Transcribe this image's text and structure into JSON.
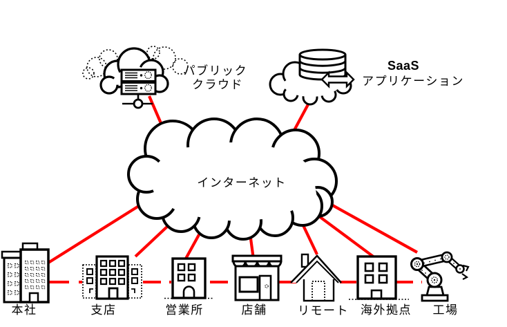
{
  "diagram": {
    "internet": {
      "label": "インターネット"
    },
    "public_cloud": {
      "label1": "パブリック",
      "label2": "クラウド"
    },
    "saas": {
      "label1": "SaaS",
      "label2": "アプリケーション"
    },
    "sites": [
      {
        "id": "headquarters",
        "label": "本社"
      },
      {
        "id": "branch",
        "label": "支店"
      },
      {
        "id": "sales-office",
        "label": "営業所"
      },
      {
        "id": "store",
        "label": "店舗"
      },
      {
        "id": "remote",
        "label": "リモート"
      },
      {
        "id": "overseas-site",
        "label": "海外拠点"
      },
      {
        "id": "factory",
        "label": "工場"
      }
    ],
    "links": [
      {
        "from": "internet",
        "to": "public-cloud",
        "style": "solid"
      },
      {
        "from": "internet",
        "to": "saas",
        "style": "solid"
      },
      {
        "from": "internet",
        "to": "headquarters",
        "style": "solid"
      },
      {
        "from": "internet",
        "to": "branch",
        "style": "solid"
      },
      {
        "from": "internet",
        "to": "sales-office",
        "style": "solid"
      },
      {
        "from": "internet",
        "to": "store",
        "style": "solid"
      },
      {
        "from": "internet",
        "to": "remote",
        "style": "solid"
      },
      {
        "from": "internet",
        "to": "overseas-site",
        "style": "solid"
      },
      {
        "from": "internet",
        "to": "factory",
        "style": "solid"
      },
      {
        "from": "headquarters",
        "to": "branch",
        "style": "dashed"
      },
      {
        "from": "branch",
        "to": "sales-office",
        "style": "dashed"
      },
      {
        "from": "sales-office",
        "to": "store",
        "style": "dashed"
      },
      {
        "from": "store",
        "to": "remote",
        "style": "dashed"
      },
      {
        "from": "remote",
        "to": "overseas-site",
        "style": "dashed"
      },
      {
        "from": "overseas-site",
        "to": "factory",
        "style": "dashed"
      }
    ],
    "colors": {
      "connection_line": "#ff0000",
      "outline": "#000000",
      "background": "#ffffff"
    }
  }
}
